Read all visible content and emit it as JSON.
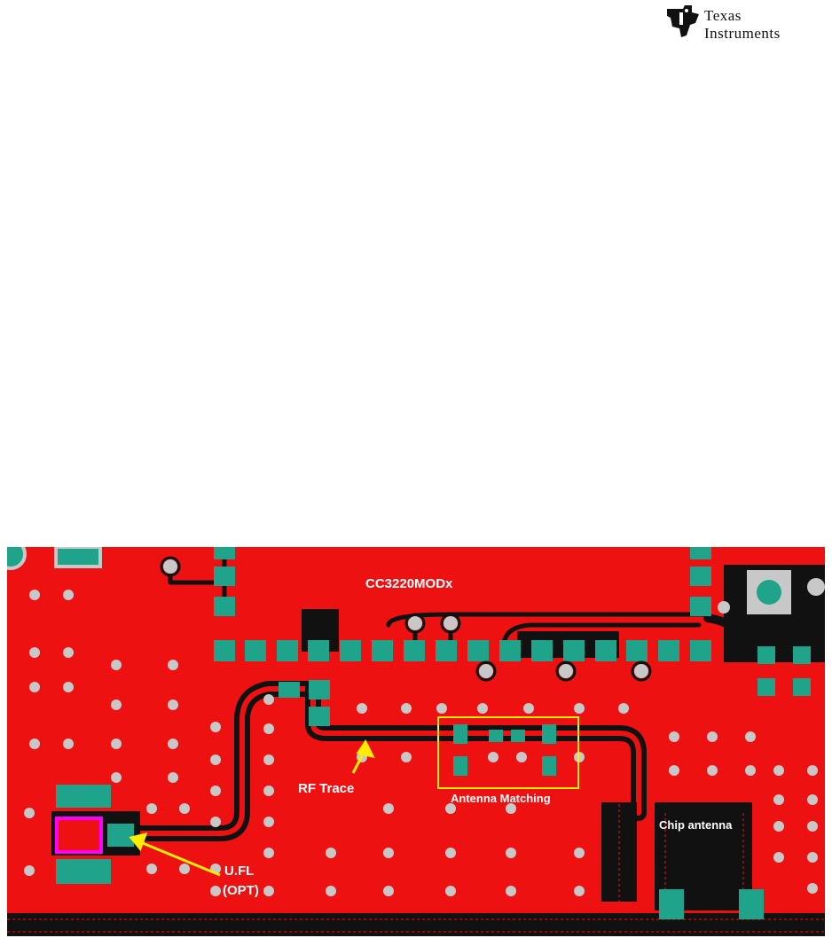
{
  "logo": {
    "line1": "Texas",
    "line2": "Instruments"
  },
  "labels": {
    "module": "CC3220MODx",
    "rf_trace": "RF Trace",
    "antenna_matching": "Antenna Matching",
    "chip_antenna": "Chip antenna",
    "ufl": "U.FL",
    "opt": "(OPT)"
  },
  "colors": {
    "board": "#ee1111",
    "copper_pad": "#1fa38a",
    "trace": "#111111",
    "via": "#c8c8c8",
    "highlight": "#ffee00",
    "ufl_outline": "#ff00ff"
  }
}
